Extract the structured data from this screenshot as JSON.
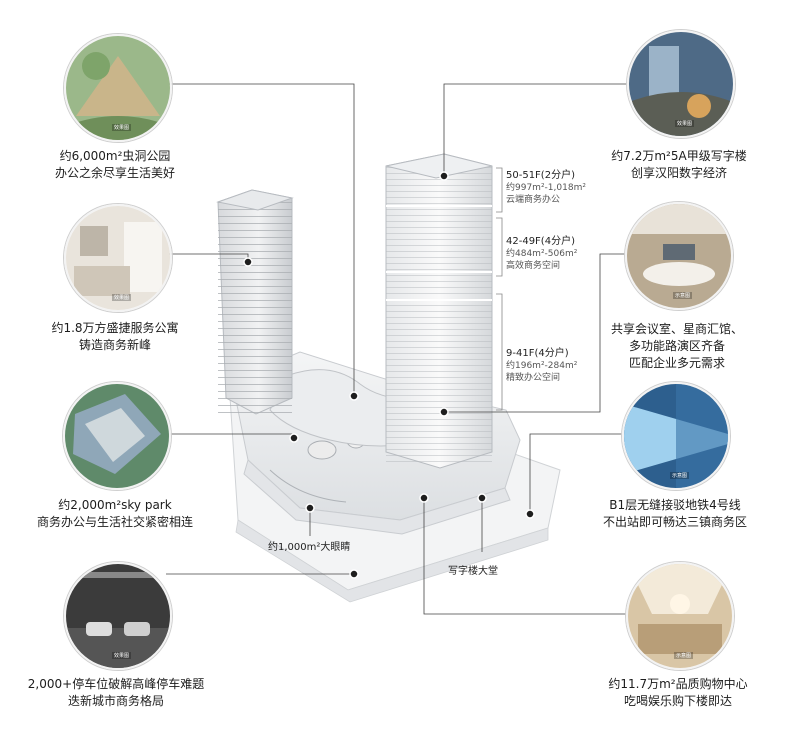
{
  "features": [
    {
      "id": "bug-park",
      "lines": [
        "约6,000m²虫洞公园",
        "办公之余尽享生活美好"
      ],
      "tag": "效果图"
    },
    {
      "id": "office-5a",
      "lines": [
        "约7.2万m²5A甲级写字楼",
        "创享汉阳数字经济"
      ],
      "tag": "效果图"
    },
    {
      "id": "apartment",
      "lines": [
        "约1.8万方盛捷服务公寓",
        "铸造商务新峰"
      ],
      "tag": "效果图"
    },
    {
      "id": "meeting",
      "lines": [
        "共享会议室、星商汇馆、",
        "多功能路演区齐备",
        "匹配企业多元需求"
      ],
      "tag": "示意图"
    },
    {
      "id": "sky-park",
      "lines": [
        "约2,000m²sky park",
        "商务办公与生活社交紧密相连"
      ],
      "tag": ""
    },
    {
      "id": "metro",
      "lines": [
        "B1层无缝接驳地铁4号线",
        "不出站即可畅达三镇商务区"
      ],
      "tag": "示意图"
    },
    {
      "id": "parking",
      "lines": [
        "2,000+停车位破解高峰停车难题",
        "迭新城市商务格局"
      ],
      "tag": "效果图"
    },
    {
      "id": "mall",
      "lines": [
        "约11.7万m²品质购物中心",
        "吃喝娱乐购下楼即达"
      ],
      "tag": "示意图"
    }
  ],
  "floors": [
    {
      "head": "50-51F(2分户)",
      "area": "约997m²-1,018m²",
      "desc": "云端商务办公"
    },
    {
      "head": "42-49F(4分户)",
      "area": "约484m²-506m²",
      "desc": "高效商务空间"
    },
    {
      "head": "9-41F(4分户)",
      "area": "约196m²-284m²",
      "desc": "精致办公空间"
    }
  ],
  "labels": {
    "big_eye": "约1,000m²大眼睛",
    "lobby": "写字楼大堂"
  }
}
